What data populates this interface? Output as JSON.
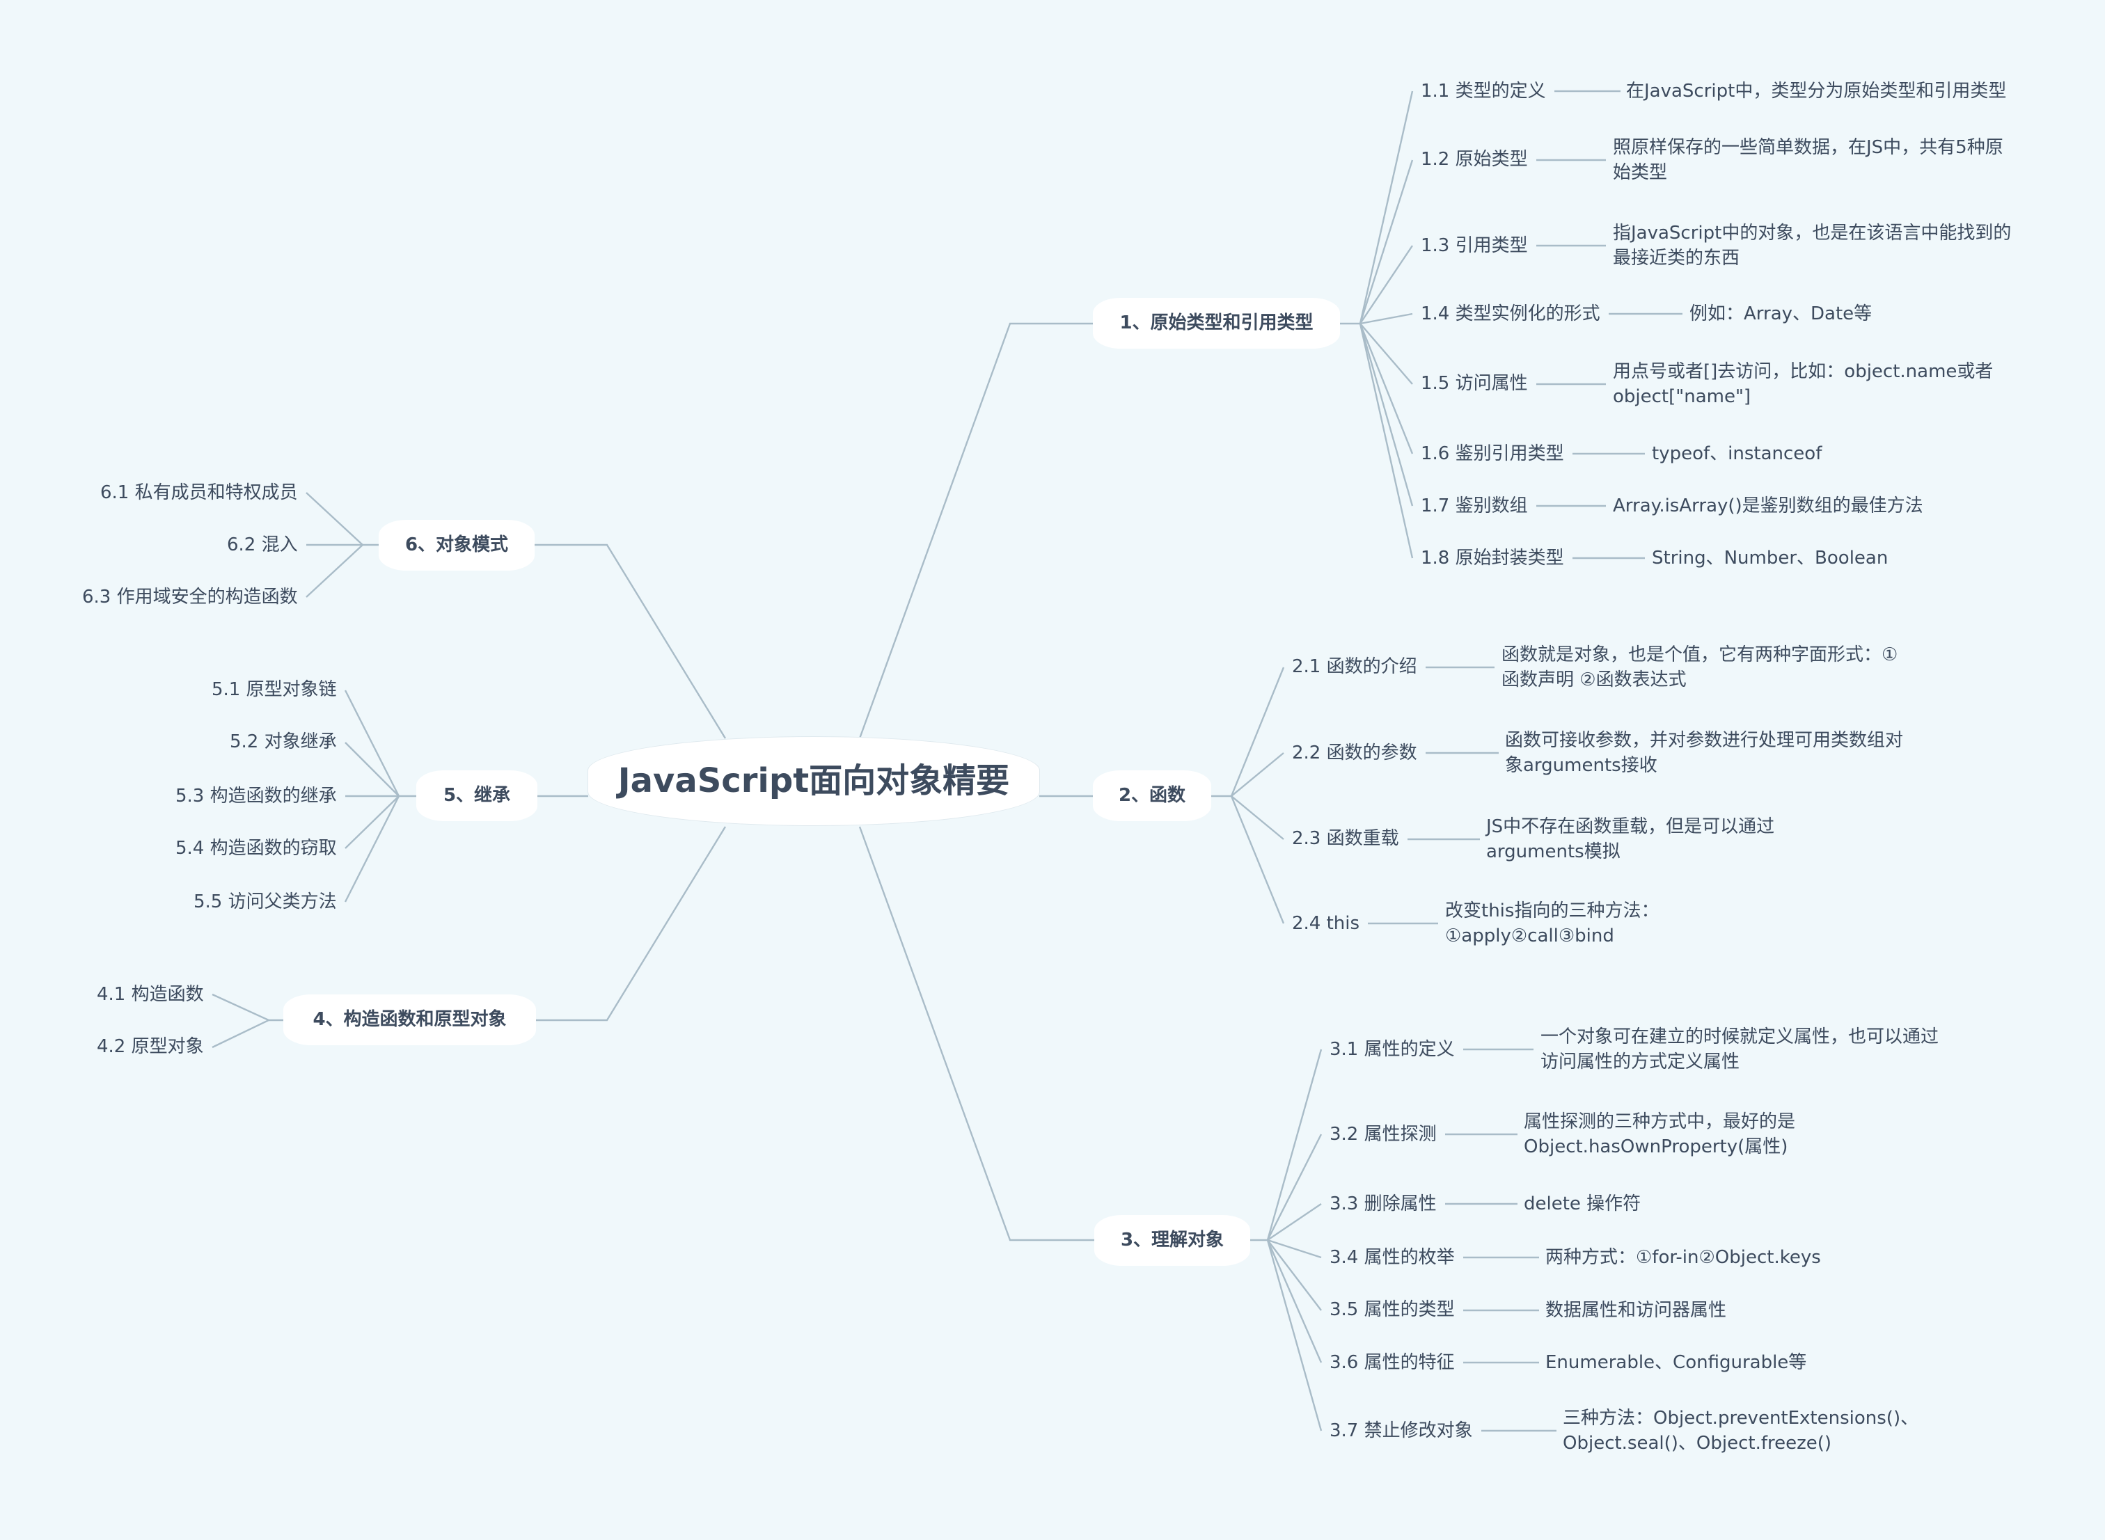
{
  "colors": {
    "background": "#f0f8fb",
    "connector": "#a9bcc8",
    "text": "#3d4b5e",
    "node_fill": "#ffffff"
  },
  "root": {
    "title": "JavaScript面向对象精要"
  },
  "branches": [
    {
      "id": "b1",
      "title": "1、原始类型和引用类型",
      "children": [
        {
          "title": "1.1 类型的定义",
          "detail": "在JavaScript中，类型分为原始类型和引用类型"
        },
        {
          "title": "1.2 原始类型",
          "detail": "照原样保存的一些简单数据，在JS中，共有5种原始类型"
        },
        {
          "title": "1.3 引用类型",
          "detail": "指JavaScript中的对象，也是在该语言中能找到的最接近类的东西"
        },
        {
          "title": "1.4 类型实例化的形式",
          "detail": "例如：Array、Date等"
        },
        {
          "title": "1.5 访问属性",
          "detail": "用点号或者[]去访问，比如：object.name或者object[\"name\"]"
        },
        {
          "title": "1.6 鉴别引用类型",
          "detail": "typeof、instanceof"
        },
        {
          "title": "1.7 鉴别数组",
          "detail": "Array.isArray()是鉴别数组的最佳方法"
        },
        {
          "title": "1.8 原始封装类型",
          "detail": "String、Number、Boolean"
        }
      ]
    },
    {
      "id": "b2",
      "title": "2、函数",
      "children": [
        {
          "title": "2.1 函数的介绍",
          "detail": "函数就是对象，也是个值，它有两种字面形式：①函数声明 ②函数表达式"
        },
        {
          "title": "2.2 函数的参数",
          "detail": "函数可接收参数，并对参数进行处理可用类数组对象arguments接收"
        },
        {
          "title": "2.3 函数重载",
          "detail": "JS中不存在函数重载，但是可以通过arguments模拟"
        },
        {
          "title": "2.4 this",
          "detail": "改变this指向的三种方法：①apply②call③bind"
        }
      ]
    },
    {
      "id": "b3",
      "title": "3、理解对象",
      "children": [
        {
          "title": "3.1 属性的定义",
          "detail": "一个对象可在建立的时候就定义属性，也可以通过访问属性的方式定义属性"
        },
        {
          "title": "3.2 属性探测",
          "detail": "属性探测的三种方式中，最好的是Object.hasOwnProperty(属性)"
        },
        {
          "title": "3.3 删除属性",
          "detail": "delete 操作符"
        },
        {
          "title": "3.4 属性的枚举",
          "detail": "两种方式：①for-in②Object.keys"
        },
        {
          "title": "3.5 属性的类型",
          "detail": "数据属性和访问器属性"
        },
        {
          "title": "3.6 属性的特征",
          "detail": "Enumerable、Configurable等"
        },
        {
          "title": "3.7 禁止修改对象",
          "detail": "三种方法：Object.preventExtensions()、Object.seal()、Object.freeze()"
        }
      ]
    },
    {
      "id": "b4",
      "title": "4、构造函数和原型对象",
      "children": [
        {
          "title": "4.1 构造函数"
        },
        {
          "title": "4.2 原型对象"
        }
      ]
    },
    {
      "id": "b5",
      "title": "5、继承",
      "children": [
        {
          "title": "5.1 原型对象链"
        },
        {
          "title": "5.2 对象继承"
        },
        {
          "title": "5.3 构造函数的继承"
        },
        {
          "title": "5.4 构造函数的窃取"
        },
        {
          "title": "5.5 访问父类方法"
        }
      ]
    },
    {
      "id": "b6",
      "title": "6、对象模式",
      "children": [
        {
          "title": "6.1 私有成员和特权成员"
        },
        {
          "title": "6.2 混入"
        },
        {
          "title": "6.3 作用域安全的构造函数"
        }
      ]
    }
  ]
}
